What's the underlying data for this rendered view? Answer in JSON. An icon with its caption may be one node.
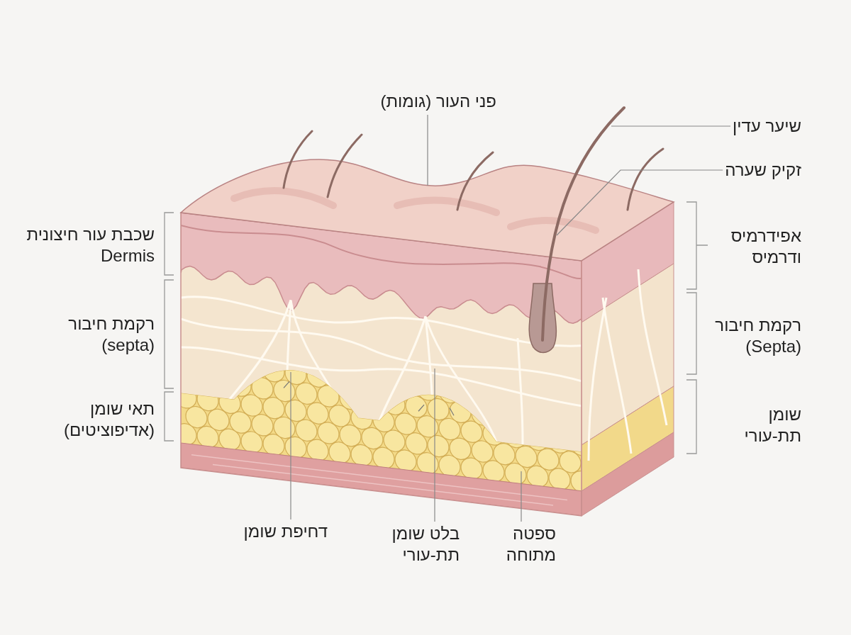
{
  "diagram": {
    "nodes": [
      {
        "text": [
          "פני העור (גומות)"
        ]
      },
      {
        "text": [
          "שיער עדין"
        ]
      },
      {
        "text": [
          "זקיק שערה"
        ]
      },
      {
        "text": [
          "דחיפת שומן"
        ]
      },
      {
        "text": [
          "בלט שומן תת-עורי"
        ]
      },
      {
        "text": [
          "ספטה מתוחה"
        ]
      }
    ],
    "edges": [
      {
        "from": 0,
        "to": null,
        "arrow": "none"
      },
      {
        "from": 1,
        "to": null,
        "arrow": "none"
      },
      {
        "from": 2,
        "to": null,
        "arrow": "none"
      },
      {
        "from": 3,
        "to": null,
        "arrow": "none"
      },
      {
        "from": 4,
        "to": null,
        "arrow": "none"
      },
      {
        "from": 5,
        "to": null,
        "arrow": "none"
      }
    ],
    "labels": [
      "שכבת עור חיצונית Dermis",
      "אפידרמיס ודרמיס",
      "רקמת חיבור (septa)",
      "רקמת חיבור (Septa)",
      "תאי שומן (אדיפוציטים)",
      "שומן תת-עורי"
    ]
  }
}
